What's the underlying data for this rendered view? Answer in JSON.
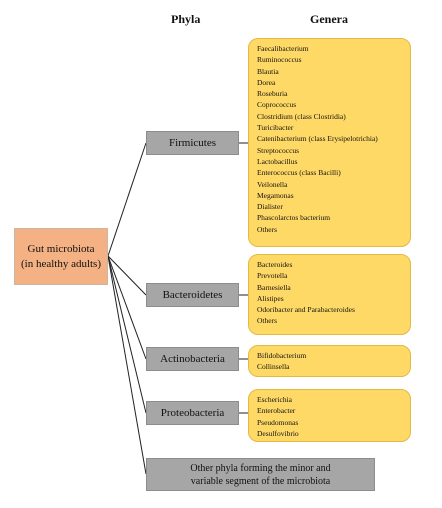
{
  "headers": {
    "phyla": "Phyla",
    "genera": "Genera"
  },
  "root": {
    "line1": "Gut microbiota",
    "line2": "(in healthy adults)"
  },
  "phyla": [
    {
      "name": "Firmicutes",
      "genera": [
        "Faecalibacterium",
        "Ruminococcus",
        "Blautia",
        "Dorea",
        "Roseburia",
        "Coprococcus",
        "Clostridium (class Clostridia)",
        "Turicibacter",
        "Catenibacterium (class Erysipelotrichia)",
        "Streptococcus",
        "Lactobacillus",
        "Enterococcus (class Bacilli)",
        "Veilonella",
        "Megamonas",
        "Dialister",
        "Phascolarctos bacterium",
        "Others"
      ]
    },
    {
      "name": "Bacteroidetes",
      "genera": [
        "Bacteroides",
        "Prevotella",
        "Barnesiella",
        "Alistipes",
        "Odoribacter and Parabacteroides",
        "Others"
      ]
    },
    {
      "name": "Actinobacteria",
      "genera": [
        "Bifidobacterium",
        "Collinsella"
      ]
    },
    {
      "name": "Proteobacteria",
      "genera": [
        "Escherichia",
        "Enterobacter",
        "Pseudomonas",
        "Desulfovibrio"
      ]
    }
  ],
  "other_phyla": {
    "line1": "Other phyla forming the minor and",
    "line2": "variable segment of the microbiota"
  },
  "colors": {
    "root": "#f4b183",
    "phylum": "#a6a6a6",
    "genera": "#ffd966"
  }
}
